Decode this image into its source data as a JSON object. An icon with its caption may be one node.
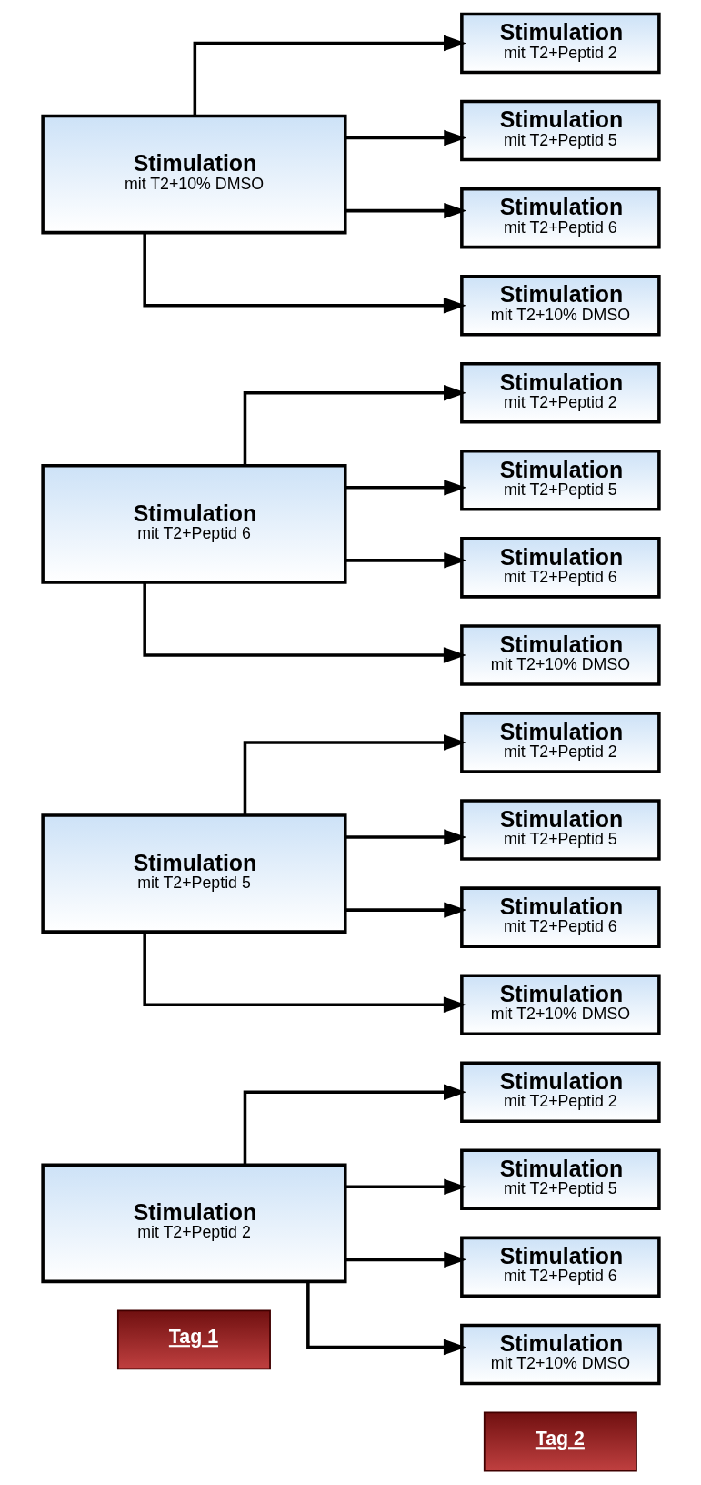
{
  "diagram": {
    "nodes": [
      {
        "text": [
          "Tag 1"
        ]
      },
      {
        "text": [
          "Tag 2"
        ]
      },
      {
        "text": [
          "Stimulation",
          "mit T2+Peptid 2"
        ]
      },
      {
        "text": [
          "Stimulation",
          "mit T2+Peptid 2"
        ]
      },
      {
        "text": [
          "Stimulation",
          "mit T2+Peptid 5"
        ]
      },
      {
        "text": [
          "Stimulation",
          "mit T2+Peptid 6"
        ]
      },
      {
        "text": [
          "Stimulation",
          "mit T2+10% DMSO"
        ]
      },
      {
        "text": [
          "Stimulation",
          "mit T2+Peptid 5"
        ]
      },
      {
        "text": [
          "Stimulation",
          "mit T2+Peptid 2"
        ]
      },
      {
        "text": [
          "Stimulation",
          "mit T2+Peptid 5"
        ]
      },
      {
        "text": [
          "Stimulation",
          "mit T2+Peptid 6"
        ]
      },
      {
        "text": [
          "Stimulation",
          "mit T2+10% DMSO"
        ]
      },
      {
        "text": [
          "Stimulation",
          "mit T2+Peptid 6"
        ]
      },
      {
        "text": [
          "Stimulation",
          "mit T2+Peptid 2"
        ]
      },
      {
        "text": [
          "Stimulation",
          "mit T2+Peptid 5"
        ]
      },
      {
        "text": [
          "Stimulation",
          "mit T2+Peptid 6"
        ]
      },
      {
        "text": [
          "Stimulation",
          "mit T2+10% DMSO"
        ]
      },
      {
        "text": [
          "Stimulation",
          "mit T2+10% DMSO"
        ]
      },
      {
        "text": [
          "Stimulation",
          "mit T2+Peptid 2"
        ]
      },
      {
        "text": [
          "Stimulation",
          "mit T2+Peptid 5"
        ]
      },
      {
        "text": [
          "Stimulation",
          "mit T2+Peptid 6"
        ]
      },
      {
        "text": [
          "Stimulation",
          "mit T2+10% DMSO"
        ]
      }
    ],
    "edges": [
      {
        "from": 2,
        "to": 3,
        "arrow": "to"
      },
      {
        "from": 2,
        "to": 4,
        "arrow": "to"
      },
      {
        "from": 2,
        "to": 5,
        "arrow": "to"
      },
      {
        "from": 2,
        "to": 6,
        "arrow": "to"
      },
      {
        "from": 7,
        "to": 8,
        "arrow": "to"
      },
      {
        "from": 7,
        "to": 9,
        "arrow": "to"
      },
      {
        "from": 7,
        "to": 10,
        "arrow": "to"
      },
      {
        "from": 7,
        "to": 11,
        "arrow": "to"
      },
      {
        "from": 12,
        "to": 13,
        "arrow": "to"
      },
      {
        "from": 12,
        "to": 14,
        "arrow": "to"
      },
      {
        "from": 12,
        "to": 15,
        "arrow": "to"
      },
      {
        "from": 12,
        "to": 16,
        "arrow": "to"
      },
      {
        "from": 17,
        "to": 18,
        "arrow": "to"
      },
      {
        "from": 17,
        "to": 19,
        "arrow": "to"
      },
      {
        "from": 17,
        "to": 20,
        "arrow": "to"
      },
      {
        "from": 17,
        "to": 21,
        "arrow": "to"
      }
    ]
  }
}
